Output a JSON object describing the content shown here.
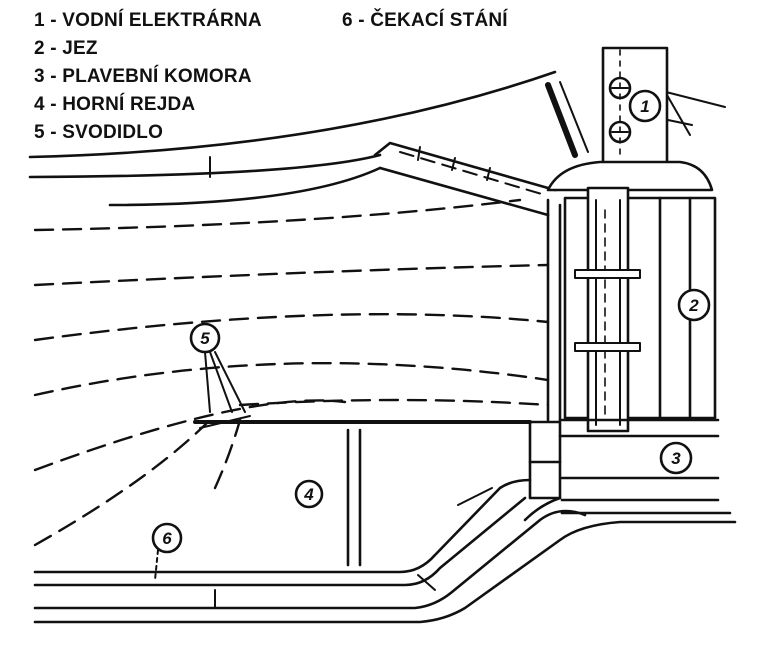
{
  "legend": [
    {
      "num": "1",
      "text": "1 - VODNÍ ELEKTRÁRNA"
    },
    {
      "num": "2",
      "text": "2 - JEZ"
    },
    {
      "num": "3",
      "text": "3 - PLAVEBNÍ KOMORA"
    },
    {
      "num": "4",
      "text": "4 - HORNÍ REJDA"
    },
    {
      "num": "5",
      "text": "5 - SVODIDLO"
    },
    {
      "num": "6",
      "text": "6 - ČEKACÍ STÁNÍ"
    }
  ],
  "callouts": {
    "c1": "1",
    "c2": "2",
    "c3": "3",
    "c4": "4",
    "c5": "5",
    "c6": "6"
  },
  "colors": {
    "ink": "#111111",
    "paper": "#ffffff"
  }
}
